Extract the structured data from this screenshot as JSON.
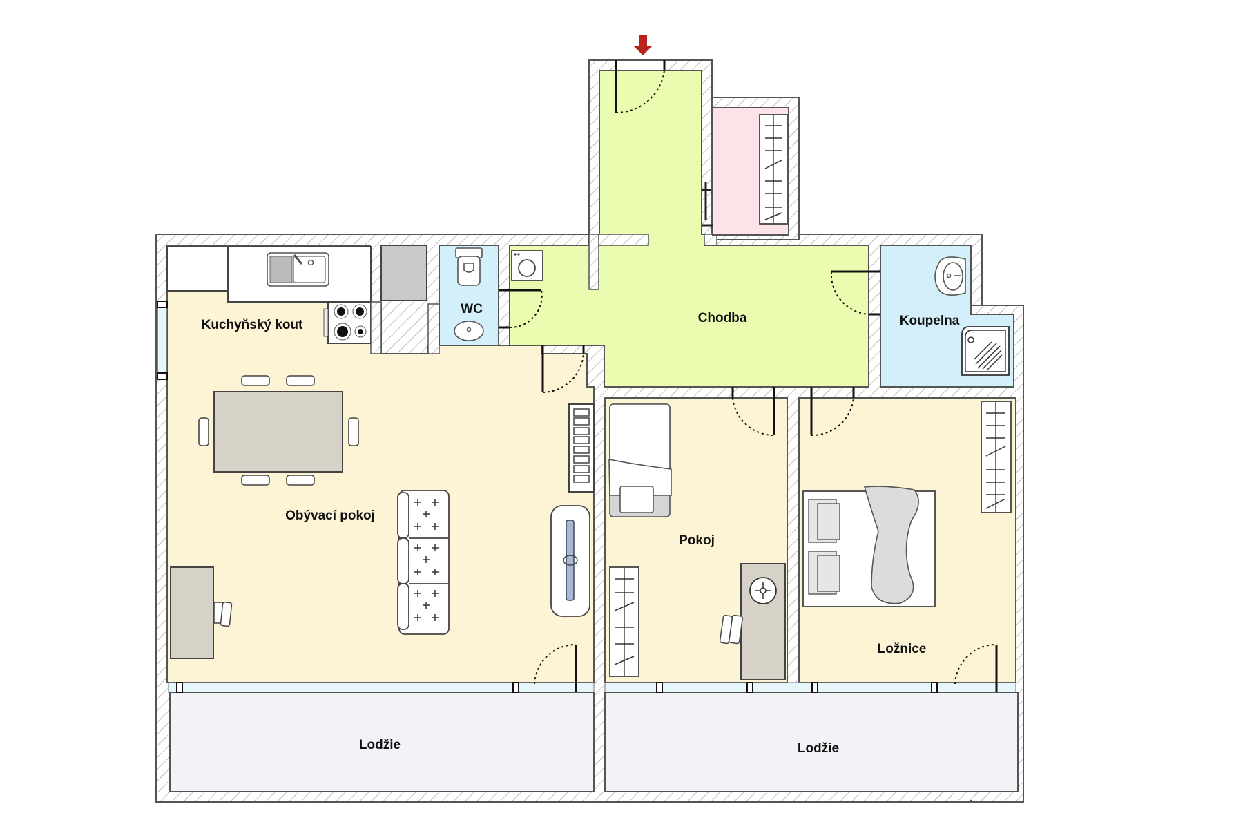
{
  "plan": {
    "type": "apartment floor plan",
    "entrance_marker": "arrow-down-icon",
    "colors": {
      "wall_hatch": "#9a9a9a",
      "wall_outline": "#555555",
      "living_area": "#fdf4d6",
      "hallway": "#eafcb0",
      "bathroom": "#d3effa",
      "closet": "#fbe3e8",
      "loggia": "#f1f3f7",
      "entrance_arrow": "#b8231b",
      "table": "#d7d2c8",
      "appliance_gray": "#c9c9c9"
    },
    "rooms": [
      {
        "id": "kitchen",
        "label": "Kuchyňský kout"
      },
      {
        "id": "living",
        "label": "Obývací pokoj"
      },
      {
        "id": "wc",
        "label": "WC"
      },
      {
        "id": "hallway",
        "label": "Chodba"
      },
      {
        "id": "bathroom",
        "label": "Koupelna"
      },
      {
        "id": "room",
        "label": "Pokoj"
      },
      {
        "id": "bedroom",
        "label": "Ložnice"
      },
      {
        "id": "loggia_left",
        "label": "Lodžie"
      },
      {
        "id": "loggia_right",
        "label": "Lodžie"
      }
    ],
    "furniture": [
      "kitchen-counter",
      "kitchen-sink",
      "gas-stove",
      "fridge",
      "toilet",
      "wc-washbasin",
      "washing-machine",
      "dining-table",
      "dining-chairs",
      "sofa",
      "tv-stand",
      "desk-living",
      "radiator",
      "single-bed",
      "wardrobe-room",
      "desk-room",
      "desk-chair",
      "double-bed",
      "wardrobe-bedroom",
      "bathroom-washbasin",
      "shower-tray",
      "hallway-wardrobe",
      "coat-hook"
    ]
  }
}
